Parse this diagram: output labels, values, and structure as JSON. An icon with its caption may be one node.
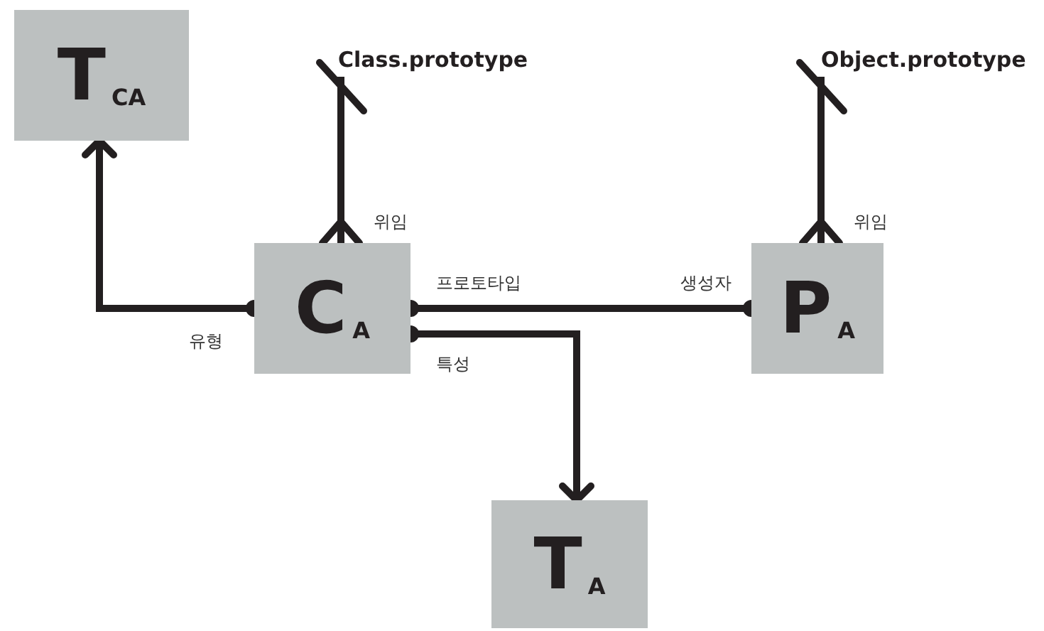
{
  "diagram": {
    "nodes": [
      {
        "text": [
          "T$_{CA}$"
        ]
      },
      {
        "text": [
          "Class.prototype"
        ]
      },
      {
        "text": [
          "Object.prototype"
        ]
      },
      {
        "text": [
          "C$_{A}$"
        ]
      },
      {
        "text": [
          "P$_{A}$"
        ]
      },
      {
        "text": [
          "T$_{A}$"
        ]
      }
    ],
    "edges": [
      {
        "from": 3,
        "to": 0,
        "arrow": "to",
        "label": "유형"
      },
      {
        "from": 3,
        "to": 1,
        "arrow": "other",
        "label": "위임"
      },
      {
        "from": 4,
        "to": 2,
        "arrow": "other",
        "label": "위임"
      },
      {
        "from": 3,
        "to": 4,
        "arrow": "other",
        "label": "프로토타입"
      },
      {
        "from": 3,
        "to": 5,
        "arrow": "to",
        "label": "특성"
      }
    ],
    "labels": [
      "생성자"
    ]
  }
}
